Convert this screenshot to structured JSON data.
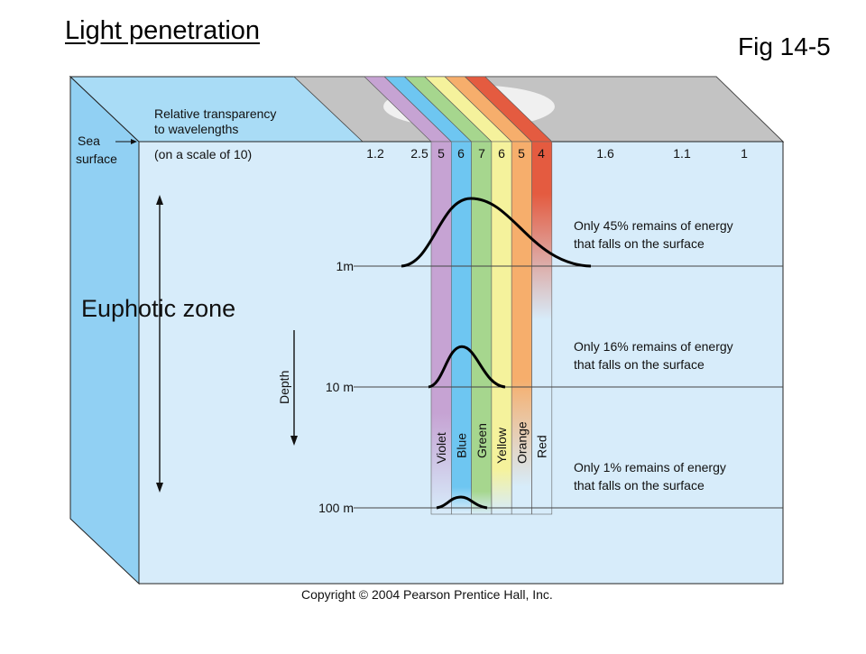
{
  "title": "Light penetration",
  "figure_label": "Fig 14-5",
  "copyright": "Copyright © 2004 Pearson Prentice Hall, Inc.",
  "sea_surface_label": [
    "Sea",
    "surface"
  ],
  "transparency_label": [
    "Relative transparency",
    "to wavelengths",
    "(on a scale of 10)"
  ],
  "zone_label": "Euphotic zone",
  "depth_axis_label": "Depth",
  "transparency_values": [
    "1.2",
    "2.5",
    "5",
    "6",
    "7",
    "6",
    "5",
    "4",
    "1.6",
    "1.1",
    "1"
  ],
  "bands": [
    {
      "name": "Violet",
      "color": "#c6a3d3",
      "transparency": 5
    },
    {
      "name": "Blue",
      "color": "#6ec6f1",
      "transparency": 6
    },
    {
      "name": "Green",
      "color": "#a6d68e",
      "transparency": 7
    },
    {
      "name": "Yellow",
      "color": "#f5f29c",
      "transparency": 6
    },
    {
      "name": "Orange",
      "color": "#f6ae6c",
      "transparency": 5
    },
    {
      "name": "Red",
      "color": "#e45b40",
      "transparency": 4
    }
  ],
  "depth_levels": [
    {
      "label": "1m",
      "note": [
        "Only 45% remains of energy",
        "that falls on the surface"
      ],
      "energy_percent": 45
    },
    {
      "label": "10 m",
      "note": [
        "Only 16% remains of energy",
        "that falls on the surface"
      ],
      "energy_percent": 16
    },
    {
      "label": "100 m",
      "note": [
        "Only 1% remains of energy",
        "that falls on the surface"
      ],
      "energy_percent": 1
    }
  ],
  "colors": {
    "water_front": "#d7ecfa",
    "water_side": "#91d0f3",
    "water_top": "#a9dcf6",
    "sky_gray": "#c3c3c3",
    "outline": "#222222"
  }
}
